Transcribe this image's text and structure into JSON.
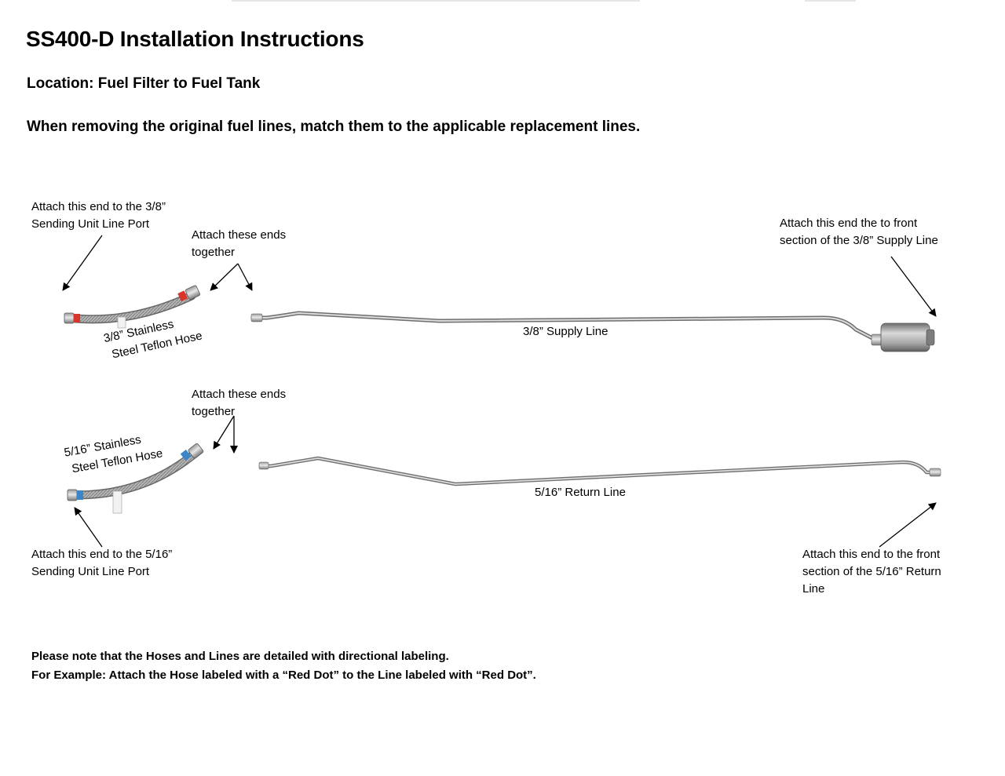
{
  "doc": {
    "title": "SS400-D Installation Instructions",
    "location": "Location: Fuel Filter to Fuel Tank",
    "instruction": "When removing the original fuel lines, match them to the applicable replacement lines."
  },
  "supply": {
    "hose_end_note": [
      "Attach this end to the 3/8”",
      "Sending Unit Line Port"
    ],
    "join_note": [
      "Attach these ends",
      "together"
    ],
    "hose_label": [
      "3/8” Stainless",
      "Steel Teflon Hose"
    ],
    "line_label": "3/8” Supply Line",
    "front_note": [
      "Attach this end the to front",
      "section of the 3/8” Supply Line"
    ],
    "hose_color": "#d9352b"
  },
  "return": {
    "join_note": [
      "Attach these ends",
      "together"
    ],
    "hose_label": [
      "5/16” Stainless",
      "Steel Teflon Hose"
    ],
    "hose_end_note": [
      "Attach this end to the 5/16”",
      "Sending Unit Line Port"
    ],
    "line_label": "5/16” Return Line",
    "front_note": [
      "Attach this end to the front",
      "section of the 5/16” Return",
      "Line"
    ],
    "hose_color": "#3b86c7"
  },
  "footer": {
    "line1": "Please note that the Hoses and Lines are detailed with directional labeling.",
    "line2": "For Example: Attach the Hose labeled with a “Red Dot” to the Line labeled with “Red Dot”."
  }
}
